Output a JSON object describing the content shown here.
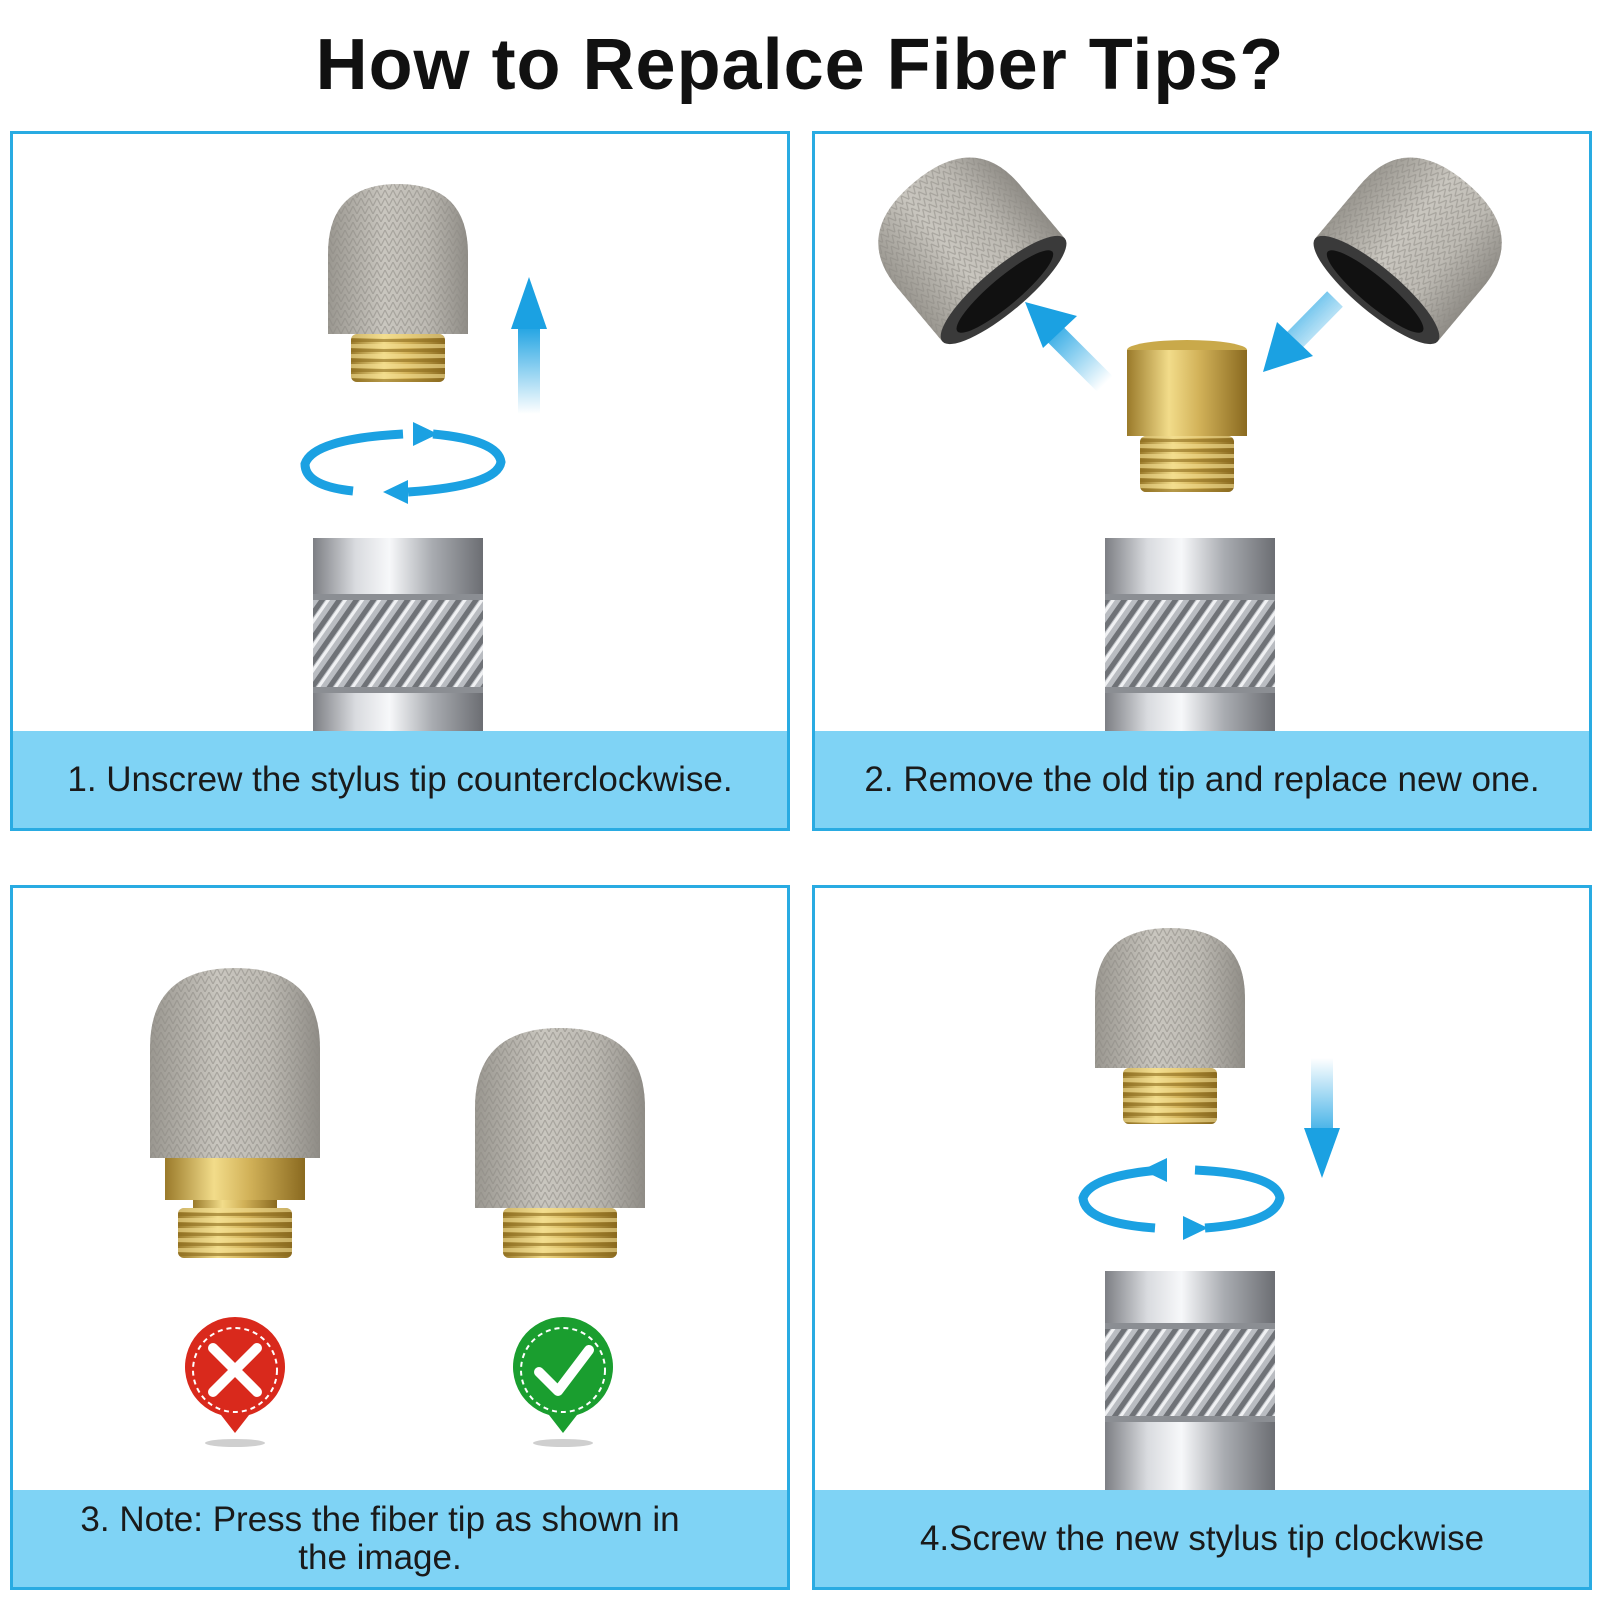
{
  "title": "How to Repalce Fiber Tips?",
  "steps": [
    {
      "caption": "1. Unscrew the stylus tip counterclockwise."
    },
    {
      "caption": "2. Remove the old tip and replace new one."
    },
    {
      "caption": "3. Note: Press the fiber tip as shown in the image."
    },
    {
      "caption": "4.Screw the new stylus tip clockwise"
    }
  ],
  "colors": {
    "accent": "#29abe2",
    "caption_bg": "#7fd3f5",
    "arrow": "#1ba1e2",
    "wrong": "#d9291c",
    "right": "#1a9e2f"
  },
  "icons": [
    "fiber-tip",
    "brass-thread",
    "stylus-barrel",
    "rotate-arrows",
    "up-arrow",
    "down-arrow",
    "wrong-badge",
    "correct-badge"
  ]
}
